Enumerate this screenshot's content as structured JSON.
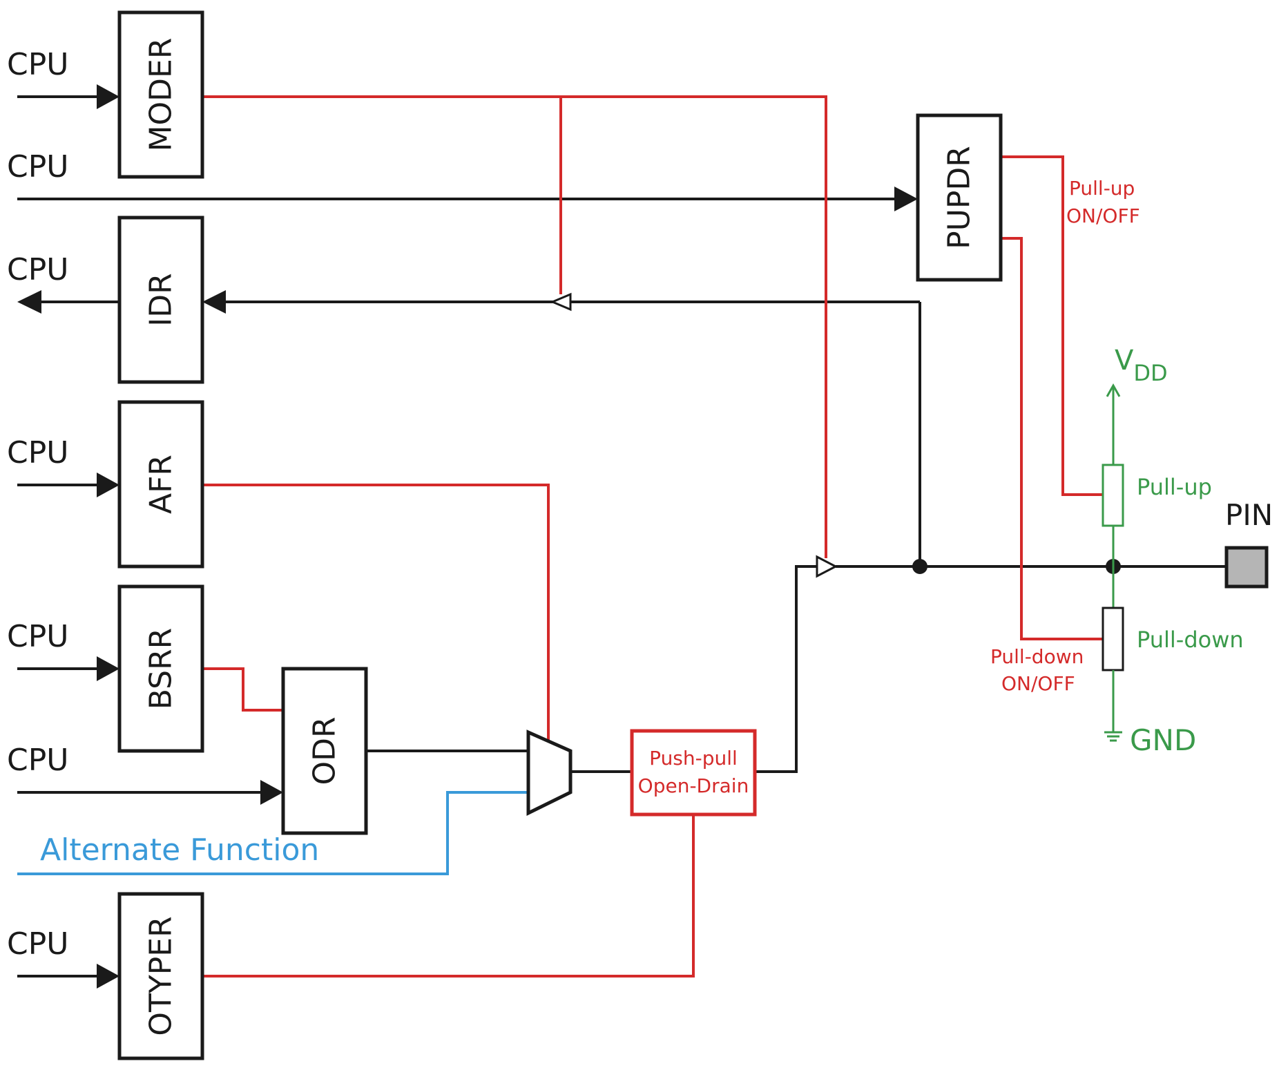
{
  "cpu_label": "CPU",
  "registers": {
    "moder": "MODER",
    "idr": "IDR",
    "afr": "AFR",
    "bsrr": "BSRR",
    "odr": "ODR",
    "otyper": "OTYPER",
    "pupdr": "PUPDR"
  },
  "output_driver": {
    "line1": "Push-pull",
    "line2": "Open-Drain"
  },
  "alternate_function": "Alternate Function",
  "pull_up_switch": {
    "line1": "Pull-up",
    "line2": "ON/OFF"
  },
  "pull_down_switch": {
    "line1": "Pull-down",
    "line2": "ON/OFF"
  },
  "vdd": {
    "main": "V",
    "sub": "DD"
  },
  "pull_up_resistor": "Pull-up",
  "pull_down_resistor": "Pull-down",
  "gnd": "GND",
  "pin": "PIN",
  "colors": {
    "signal": "#1a1a1a",
    "control": "#d42a2a",
    "supply": "#3a9a4a",
    "alternate": "#3a9ad9",
    "pin_fill": "#b5b5b5"
  }
}
